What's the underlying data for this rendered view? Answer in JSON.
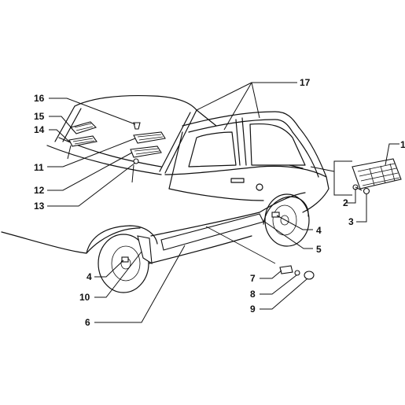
{
  "diagram": {
    "callouts": [
      {
        "id": "c1",
        "text": "1"
      },
      {
        "id": "c2",
        "text": "2"
      },
      {
        "id": "c3",
        "text": "3"
      },
      {
        "id": "c4a",
        "text": "4"
      },
      {
        "id": "c4b",
        "text": "4"
      },
      {
        "id": "c5",
        "text": "5"
      },
      {
        "id": "c6",
        "text": "6"
      },
      {
        "id": "c7",
        "text": "7"
      },
      {
        "id": "c8",
        "text": "8"
      },
      {
        "id": "c9",
        "text": "9"
      },
      {
        "id": "c10",
        "text": "10"
      },
      {
        "id": "c11",
        "text": "11"
      },
      {
        "id": "c12",
        "text": "12"
      },
      {
        "id": "c13",
        "text": "13"
      },
      {
        "id": "c14",
        "text": "14"
      },
      {
        "id": "c15",
        "text": "15"
      },
      {
        "id": "c16",
        "text": "16"
      },
      {
        "id": "c17",
        "text": "17"
      }
    ]
  }
}
